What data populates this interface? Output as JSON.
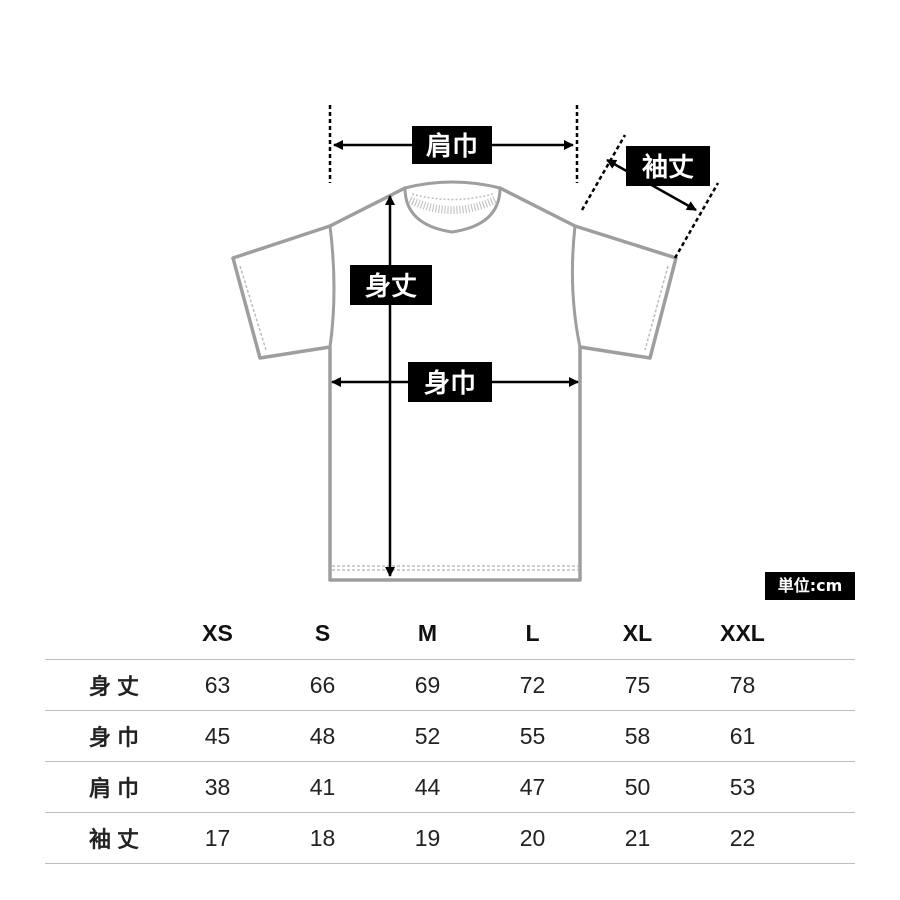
{
  "diagram": {
    "labels": {
      "shoulder": "肩巾",
      "sleeve": "袖丈",
      "length": "身丈",
      "width": "身巾"
    }
  },
  "unit_label": "単位:cm",
  "table": {
    "sizes": [
      "XS",
      "S",
      "M",
      "L",
      "XL",
      "XXL"
    ],
    "rows": [
      {
        "label": "身丈",
        "values": [
          "63",
          "66",
          "69",
          "72",
          "75",
          "78"
        ]
      },
      {
        "label": "身巾",
        "values": [
          "45",
          "48",
          "52",
          "55",
          "58",
          "61"
        ]
      },
      {
        "label": "肩巾",
        "values": [
          "38",
          "41",
          "44",
          "47",
          "50",
          "53"
        ]
      },
      {
        "label": "袖丈",
        "values": [
          "17",
          "18",
          "19",
          "20",
          "21",
          "22"
        ]
      }
    ]
  }
}
